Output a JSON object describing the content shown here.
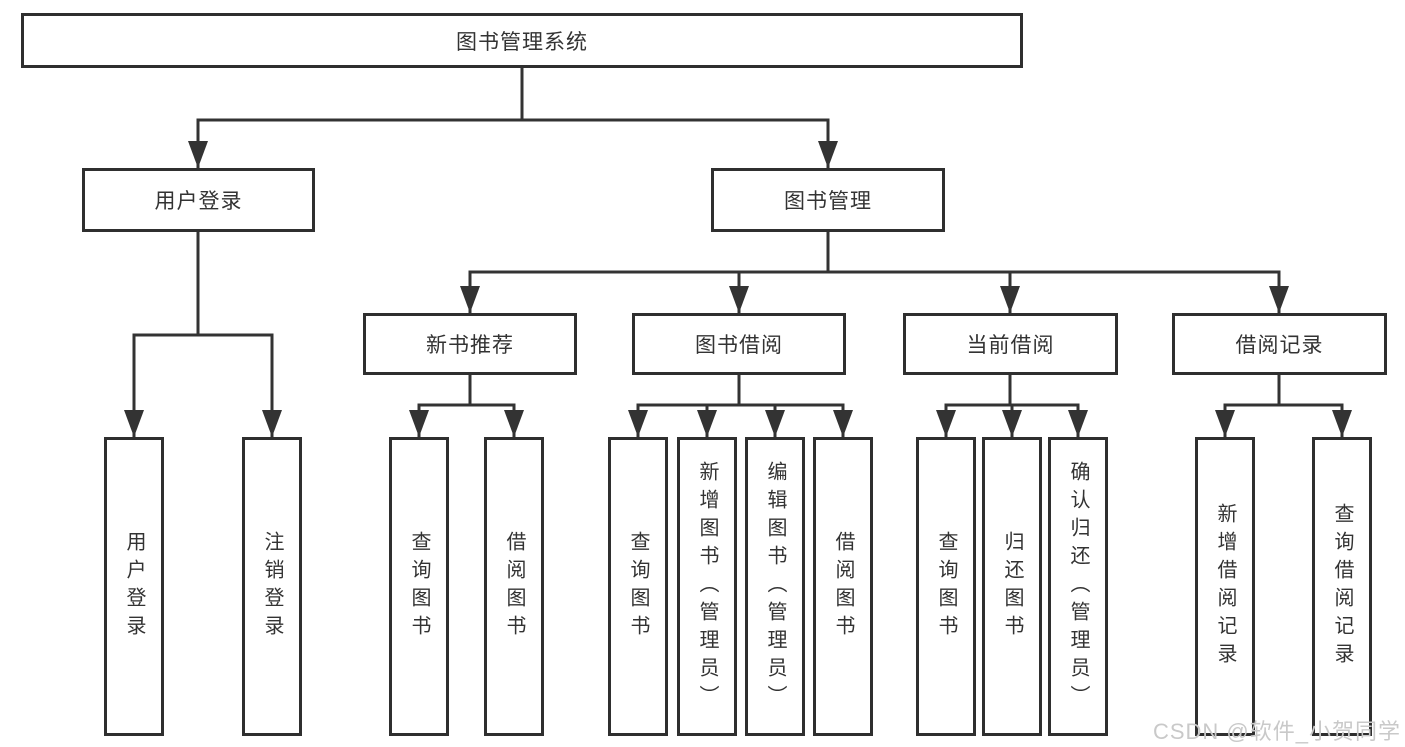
{
  "tree": {
    "root": {
      "label": "图书管理系统"
    },
    "branches": [
      {
        "label": "用户登录",
        "leaves": [
          {
            "label": "用户登录"
          },
          {
            "label": "注销登录"
          }
        ]
      },
      {
        "label": "图书管理",
        "groups": [
          {
            "label": "新书推荐",
            "leaves": [
              {
                "label": "查询图书"
              },
              {
                "label": "借阅图书"
              }
            ]
          },
          {
            "label": "图书借阅",
            "leaves": [
              {
                "label": "查询图书"
              },
              {
                "label": "新增图书（管理员）"
              },
              {
                "label": "编辑图书（管理员）"
              },
              {
                "label": "借阅图书"
              }
            ]
          },
          {
            "label": "当前借阅",
            "leaves": [
              {
                "label": "查询图书"
              },
              {
                "label": "归还图书"
              },
              {
                "label": "确认归还（管理员）"
              }
            ]
          },
          {
            "label": "借阅记录",
            "leaves": [
              {
                "label": "新增借阅记录"
              },
              {
                "label": "查询借阅记录"
              }
            ]
          }
        ]
      }
    ]
  },
  "watermark": {
    "text": "CSDN @软件_小贺同学",
    "color": "#c9c9c9"
  },
  "colors": {
    "line": "#333333",
    "box_border": "#2f2f2f",
    "text": "#333333",
    "background": "#ffffff"
  }
}
